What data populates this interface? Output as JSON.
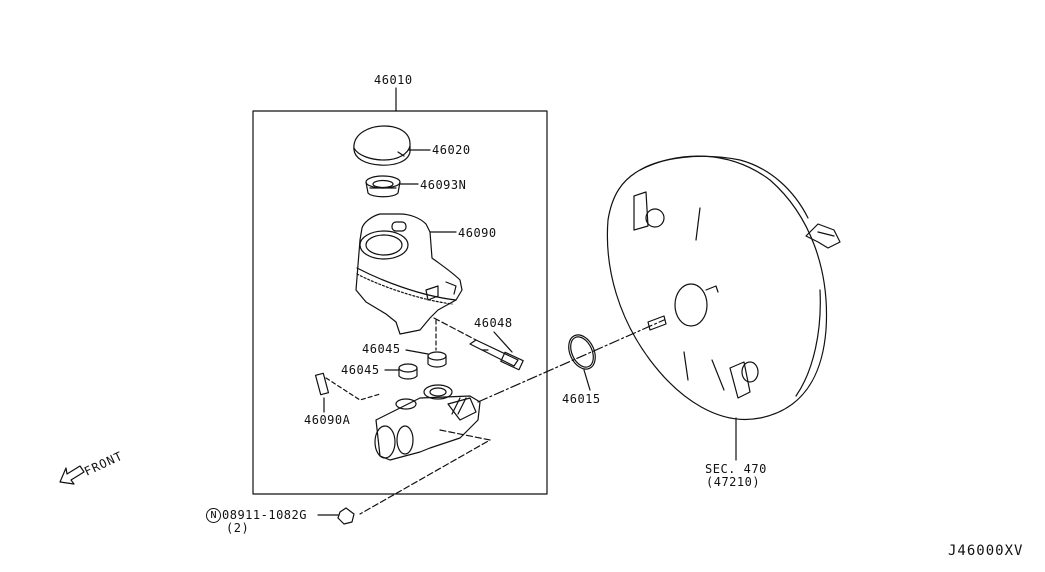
{
  "parts": {
    "assembly": "46010",
    "cap": "46020",
    "strainer": "46093N",
    "reservoir": "46090",
    "pin": "46048",
    "grommet_upper": "46045",
    "grommet_lower": "46045",
    "pin_a": "46090A",
    "seal": "46015",
    "booster_sec": "SEC. 470",
    "booster_sub": "(47210)"
  },
  "fastener": {
    "badge": "N",
    "part": "08911-1082G",
    "qty": "(2)"
  },
  "front_label": "FRONT",
  "diagram_code": "J46000XV",
  "colors": {
    "line": "#111111",
    "background": "#ffffff"
  }
}
